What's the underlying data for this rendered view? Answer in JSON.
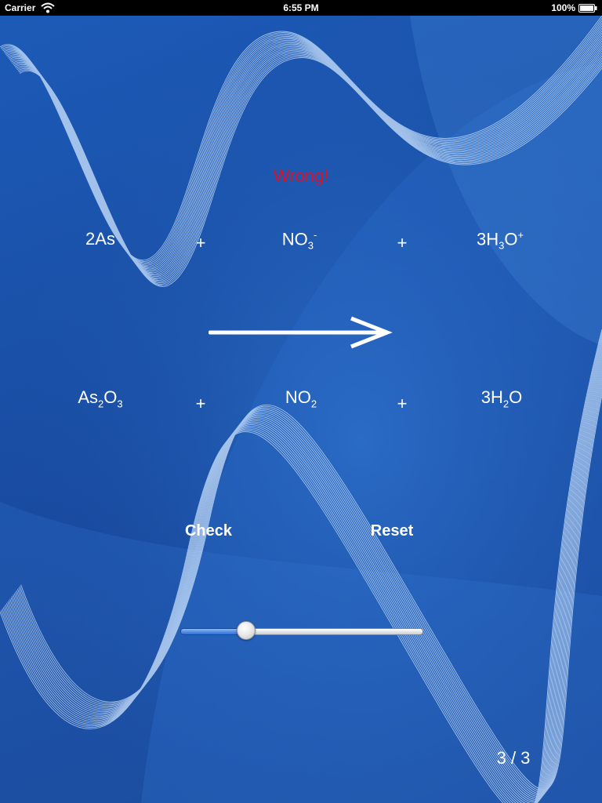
{
  "status_bar": {
    "carrier": "Carrier",
    "time": "6:55 PM",
    "battery": "100%"
  },
  "feedback": "Wrong!",
  "equation": {
    "reactants": [
      {
        "base": "2As",
        "sub": "",
        "tail": "",
        "sup": ""
      },
      {
        "base": "NO",
        "sub": "3",
        "tail": "",
        "sup": "-"
      },
      {
        "base": "3H",
        "sub": "3",
        "tail": "O",
        "sup": "+"
      }
    ],
    "products": [
      {
        "base": "As",
        "sub": "2",
        "tail": "O",
        "sub2": "3"
      },
      {
        "base": "NO",
        "sub": "2",
        "tail": ""
      },
      {
        "base": "3H",
        "sub": "2",
        "tail": "O"
      }
    ],
    "plus": "+"
  },
  "buttons": {
    "check": "Check",
    "reset": "Reset"
  },
  "slider": {
    "value": 0.27
  },
  "page_indicator": "3 / 3",
  "colors": {
    "feedback": "#d8132a",
    "background": "#1a4fa6"
  }
}
